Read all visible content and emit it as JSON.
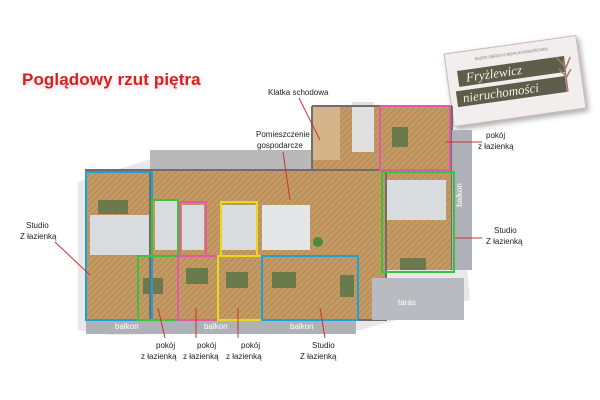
{
  "title": "Poglądowy rzut piętra",
  "logo": {
    "tagline": "BIURO OBROTU NIERUCHOMOŚCIAMI",
    "line1": "Fryżlewicz",
    "line2": "nieruchomości"
  },
  "labels": {
    "klatka": "Klatka schodowa",
    "pom_line1": "Pomieszczenie",
    "pom_line2": "gospodarcze",
    "pokoj_right_l1": "pokój",
    "pokoj_right_l2": "z łazienką",
    "studio_left_l1": "Studio",
    "studio_left_l2": "Z łazienką",
    "studio_right_l1": "Studio",
    "studio_right_l2": "Z łazienką",
    "pokoj1_l1": "pokój",
    "pokoj1_l2": "z łazienką",
    "pokoj2_l1": "pokój",
    "pokoj2_l2": "z łazienką",
    "pokoj3_l1": "pokój",
    "pokoj3_l2": "z łazienką",
    "studio_bottom_l1": "Studio",
    "studio_bottom_l2": "Z łazienką",
    "balkon1": "balkon",
    "balkon2": "balkon",
    "balkon3": "balkon",
    "balkon_right": "balkon",
    "taras": "taras"
  },
  "colors": {
    "title": "#d91f1f",
    "blue": "#1f9fd8",
    "green": "#3cc13c",
    "pink": "#e05aa8",
    "yellow": "#e8d81e",
    "floor": "#c49a64",
    "wall": "#9a9a9a",
    "balcony": "#aeb2b6"
  }
}
